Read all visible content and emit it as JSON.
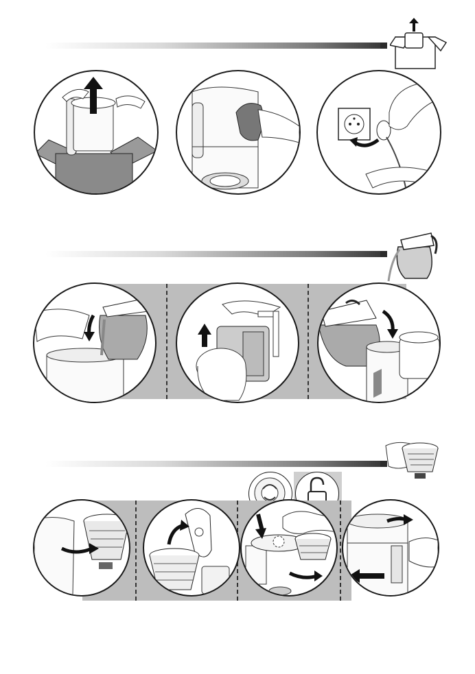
{
  "page": {
    "sections": [
      {
        "id": "unpacking",
        "steps": [
          {
            "icon": "lift-from-box-icon"
          },
          {
            "icon": "wipe-cloth-icon"
          },
          {
            "icon": "plug-socket-icon"
          }
        ]
      },
      {
        "id": "first-use",
        "steps": [
          {
            "icon": "pour-water-icon"
          },
          {
            "icon": "lift-tank-icon"
          },
          {
            "icon": "pour-into-tank-icon"
          }
        ]
      },
      {
        "id": "filter",
        "steps": [
          {
            "icon": "swing-filter-icon"
          },
          {
            "icon": "open-lid-icon"
          },
          {
            "icon": "press-release-icon"
          },
          {
            "icon": "remove-tank-icon"
          }
        ],
        "extra_icons": [
          "filter-detail-icon",
          "unlock-icon"
        ]
      }
    ],
    "colors": {
      "line": "#1a1a1a",
      "band": "#bdbdbd",
      "box": "#8a8a8a",
      "arrow": "#1a1a1a"
    }
  }
}
